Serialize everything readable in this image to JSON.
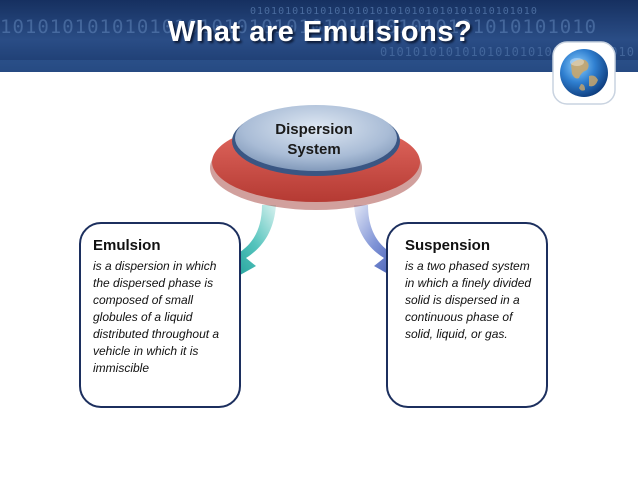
{
  "header": {
    "title": "What are Emulsions?",
    "binary_rows": [
      "01010101010101010101010101010101010101010",
      "101010101010101010101010101010101010101010101010",
      "0101010101010101010101010101010"
    ]
  },
  "diagram": {
    "root": {
      "label_line1": "Dispersion",
      "label_line2": "System"
    },
    "left_box": {
      "title": "Emulsion",
      "text": "is a dispersion in which the dispersed phase is composed of small globules of a liquid distributed throughout a vehicle in which it is immiscible"
    },
    "right_box": {
      "title": "Suspension",
      "text": "is a two phased system in which a finely divided solid is dispersed in a continuous phase of solid, liquid, or gas."
    }
  },
  "colors": {
    "header_bg": "#1b3a6e",
    "disk_top": "#9fb3cf",
    "disk_rim": "#d85a52",
    "box_border": "#1c2f5e",
    "arrow_left": "#1aa6a0",
    "arrow_right": "#3a56b0"
  },
  "icons": {
    "globe": "globe-icon"
  }
}
